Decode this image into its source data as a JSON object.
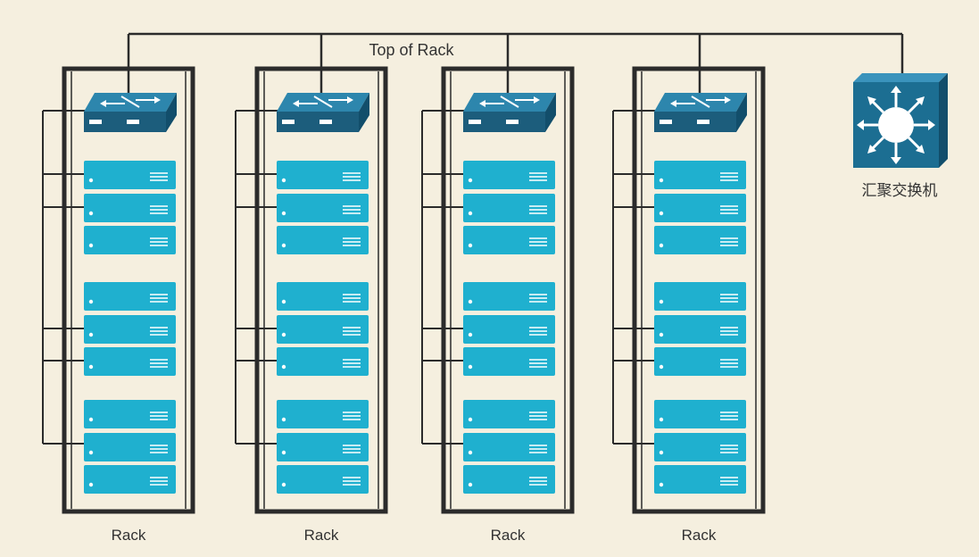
{
  "labels": {
    "top_of_rack": "Top of Rack",
    "aggregation_switch": "汇聚交换机"
  },
  "racks": [
    {
      "label": "Rack"
    },
    {
      "label": "Rack"
    },
    {
      "label": "Rack"
    },
    {
      "label": "Rack"
    }
  ],
  "layout": {
    "servers_per_rack": 9,
    "server_groups": 3,
    "servers_per_group": 3
  },
  "colors": {
    "background": "#f5efdf",
    "rack_frame": "#2b2b2b",
    "line": "#2b2b2b",
    "server": "#1fb0cf",
    "switch_top": "#2d86ad",
    "switch_front": "#1c5d7c",
    "aggregation_switch": "#1c6e92",
    "text": "#333333"
  },
  "icons": {
    "tor_switch": "switch-icon",
    "aggregation_switch": "layer3-switch-icon",
    "server": "server-icon"
  }
}
